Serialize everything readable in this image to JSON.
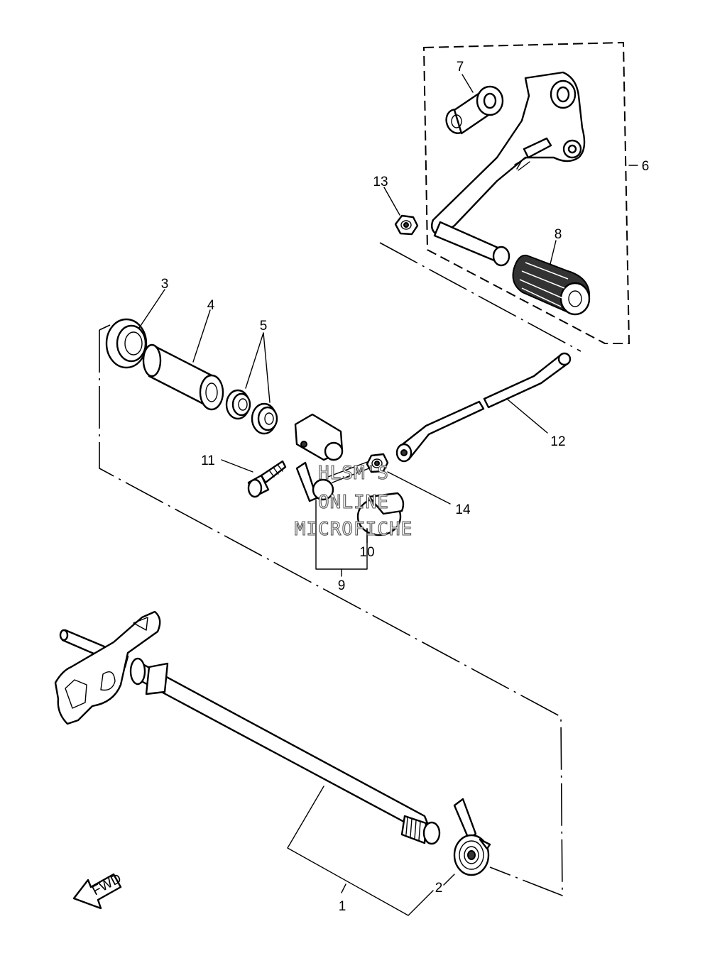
{
  "diagram": {
    "callouts": [
      {
        "id": "c1",
        "text": "1"
      },
      {
        "id": "c2",
        "text": "2"
      },
      {
        "id": "c3",
        "text": "3"
      },
      {
        "id": "c4",
        "text": "4"
      },
      {
        "id": "c5",
        "text": "5"
      },
      {
        "id": "c6",
        "text": "6"
      },
      {
        "id": "c7",
        "text": "7"
      },
      {
        "id": "c8",
        "text": "8"
      },
      {
        "id": "c9",
        "text": "9"
      },
      {
        "id": "c10",
        "text": "10"
      },
      {
        "id": "c11",
        "text": "11"
      },
      {
        "id": "c12",
        "text": "12"
      },
      {
        "id": "c13",
        "text": "13"
      },
      {
        "id": "c14",
        "text": "14"
      }
    ],
    "fwd_label": "FWD",
    "watermark": [
      "HLSM'S",
      "ONLINE",
      "MICROFICHE"
    ]
  }
}
